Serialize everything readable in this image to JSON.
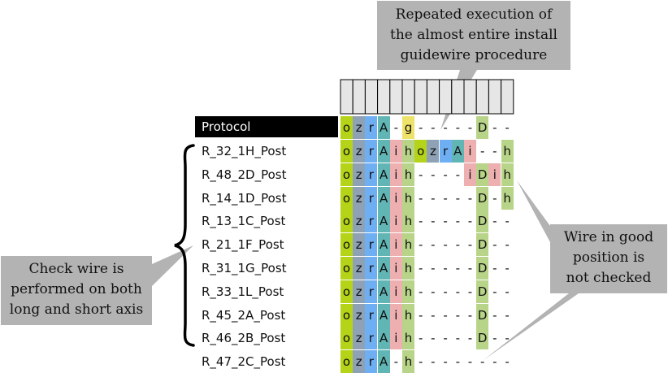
{
  "header_cell_count": 14,
  "protocol": {
    "label": "Protocol",
    "cells": [
      "o",
      "z",
      "r",
      "A",
      "-",
      "g",
      "-",
      "-",
      "-",
      "-",
      "-",
      "D",
      "-",
      "-"
    ]
  },
  "rows": [
    {
      "label": "R_32_1H_Post",
      "cells": [
        "o",
        "z",
        "r",
        "A",
        "i",
        "h",
        "o",
        "z",
        "r",
        "A",
        "i",
        "-",
        "-",
        "h"
      ]
    },
    {
      "label": "R_48_2D_Post",
      "cells": [
        "o",
        "z",
        "r",
        "A",
        "i",
        "h",
        "-",
        "-",
        "-",
        "-",
        "i",
        "D",
        "i",
        "h"
      ]
    },
    {
      "label": "R_14_1D_Post",
      "cells": [
        "o",
        "z",
        "r",
        "A",
        "i",
        "h",
        "-",
        "-",
        "-",
        "-",
        "-",
        "D",
        "-",
        "h"
      ]
    },
    {
      "label": "R_13_1C_Post",
      "cells": [
        "o",
        "z",
        "r",
        "A",
        "i",
        "h",
        "-",
        "-",
        "-",
        "-",
        "-",
        "D",
        "-",
        "-"
      ]
    },
    {
      "label": "R_21_1F_Post",
      "cells": [
        "o",
        "z",
        "r",
        "A",
        "i",
        "h",
        "-",
        "-",
        "-",
        "-",
        "-",
        "D",
        "-",
        "-"
      ]
    },
    {
      "label": "R_31_1G_Post",
      "cells": [
        "o",
        "z",
        "r",
        "A",
        "i",
        "h",
        "-",
        "-",
        "-",
        "-",
        "-",
        "D",
        "-",
        "-"
      ]
    },
    {
      "label": "R_33_1L_Post",
      "cells": [
        "o",
        "z",
        "r",
        "A",
        "i",
        "h",
        "-",
        "-",
        "-",
        "-",
        "-",
        "D",
        "-",
        "-"
      ]
    },
    {
      "label": "R_45_2A_Post",
      "cells": [
        "o",
        "z",
        "r",
        "A",
        "i",
        "h",
        "-",
        "-",
        "-",
        "-",
        "-",
        "D",
        "-",
        "-"
      ]
    },
    {
      "label": "R_46_2B_Post",
      "cells": [
        "o",
        "z",
        "r",
        "A",
        "i",
        "h",
        "-",
        "-",
        "-",
        "-",
        "-",
        "D",
        "-",
        "-"
      ]
    },
    {
      "label": "R_47_2C_Post",
      "cells": [
        "o",
        "z",
        "r",
        "A",
        "-",
        "h",
        "-",
        "-",
        "-",
        "-",
        "-",
        "-",
        "-",
        "-"
      ]
    }
  ],
  "colors": {
    "o": "#b5d318",
    "z": "#8ea1b5",
    "r": "#6eaef2",
    "A": "#62b5b5",
    "i": "#eeafb0",
    "h": "#b8d488",
    "D": "#b8d488",
    "g": "#eee36a",
    "header_fill": "#e6e6e6",
    "callout_fill": "#b3b3b3"
  },
  "callouts": {
    "top": [
      "Repeated execution of",
      "the almost entire install",
      "guidewire procedure"
    ],
    "left": [
      "Check wire is",
      "performed on both",
      "long and short axis"
    ],
    "right": [
      "Wire in good",
      "position is",
      "not checked"
    ]
  }
}
